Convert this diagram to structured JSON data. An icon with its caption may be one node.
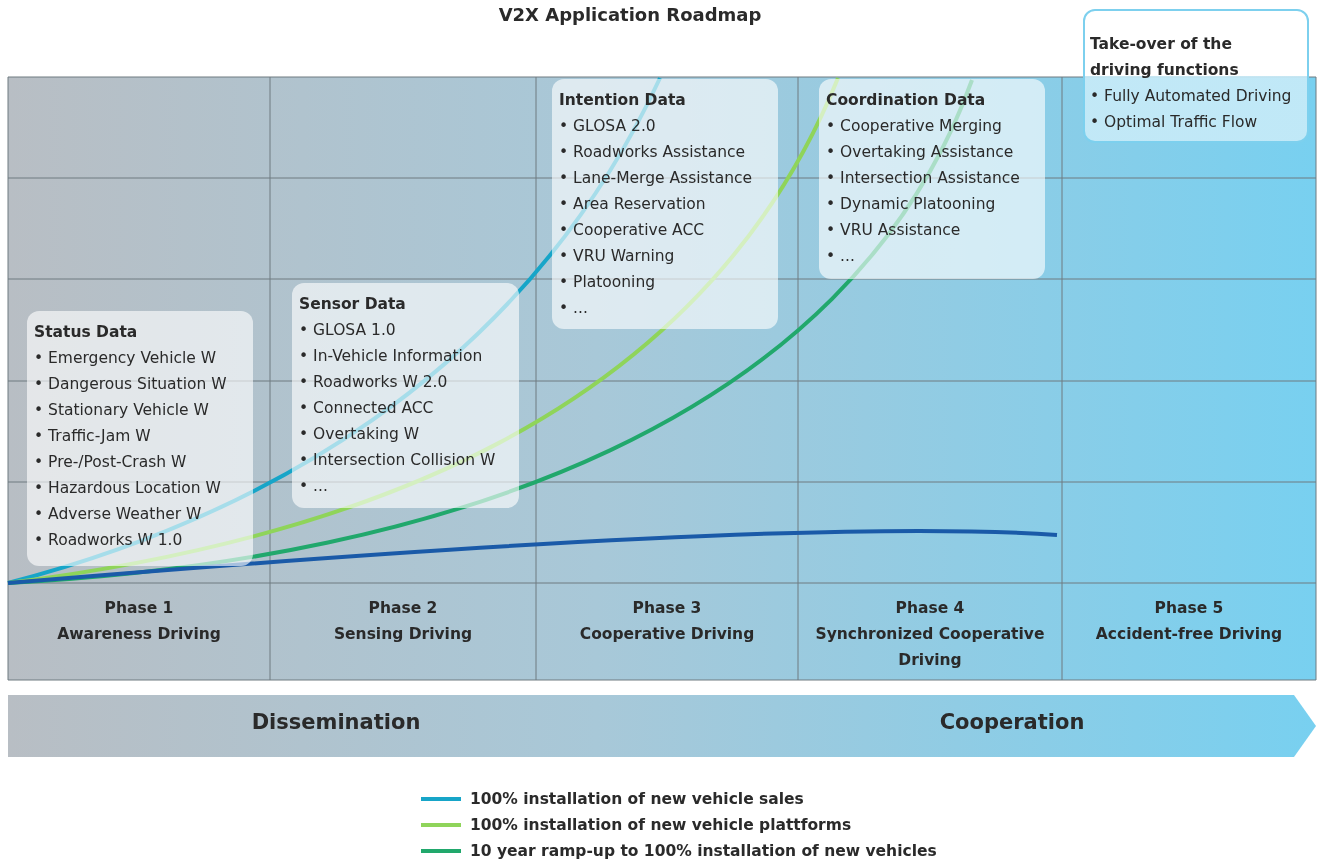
{
  "diagram": {
    "title": "V2X Application Roadmap",
    "nodes": [
      {
        "text": [
          "Status Data",
          "• Emergency Vehicle W",
          "• Dangerous Situation W",
          "• Stationary Vehicle W",
          "• Traffic-Jam W",
          "• Pre-/Post-Crash W",
          "• Hazardous Location W",
          "• Adverse Weather W",
          "• Roadworks W 1.0"
        ]
      },
      {
        "text": [
          "Sensor Data",
          "• GLOSA 1.0",
          "• In-Vehicle Information",
          "• Roadworks W 2.0",
          "• Connected ACC",
          "• Overtaking W",
          "• Intersection Collision W",
          "• ..."
        ]
      },
      {
        "text": [
          "Intention Data",
          "• GLOSA 2.0",
          "• Roadworks Assistance",
          "• Lane-Merge Assistance",
          "• Area Reservation",
          "• Cooperative ACC",
          "• VRU Warning",
          "• Platooning",
          "• ..."
        ]
      },
      {
        "text": [
          "Coordination Data",
          "• Cooperative Merging",
          "• Overtaking Assistance",
          "• Intersection Assistance",
          "• Dynamic Platooning",
          "• VRU Assistance",
          "• ..."
        ]
      },
      {
        "text": [
          "Take-over of the driving functions",
          "• Fully Automated Driving",
          "• Optimal Traffic Flow"
        ]
      },
      {
        "text": [
          "Phase 1",
          "Awareness Driving"
        ]
      },
      {
        "text": [
          "Phase 2",
          "Sensing Driving"
        ]
      },
      {
        "text": [
          "Phase 3",
          "Cooperative Driving"
        ]
      },
      {
        "text": [
          "Phase 4",
          "Synchronized Cooperative Driving"
        ]
      },
      {
        "text": [
          "Phase 5",
          "Accident-free Driving"
        ]
      },
      {
        "text": [
          "Dissemination",
          "Cooperation"
        ]
      }
    ],
    "legend": [
      {
        "text": "100% installation of new vehicle sales"
      },
      {
        "text": "100% installation of new vehicle plattforms"
      },
      {
        "text": "10 year ramp-up to 100% installation of new vehicles"
      }
    ]
  }
}
